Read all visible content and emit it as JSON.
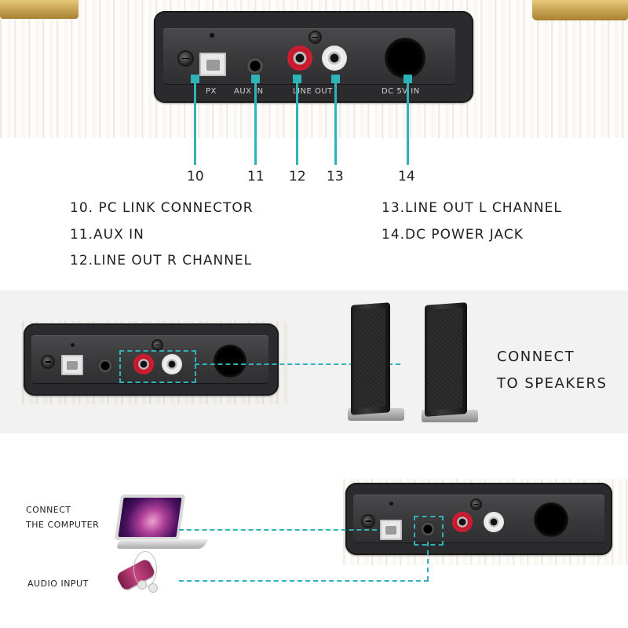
{
  "top_panel": {
    "labels": {
      "px": "PX",
      "aux_in": "AUX IN",
      "line_out": "LINE OUT",
      "dc_in": "DC 5V IN"
    }
  },
  "numbers": [
    "10",
    "11",
    "12",
    "13",
    "14"
  ],
  "descriptions": {
    "left": [
      "10. PC LINK CONNECTOR",
      "11.AUX IN",
      "12.LINE OUT R CHANNEL"
    ],
    "right": [
      "13.LINE OUT L CHANNEL",
      "14.DC POWER JACK"
    ]
  },
  "speakers_section": {
    "caption_line1": "CONNECT",
    "caption_line2": "TO SPEAKERS"
  },
  "computer_section": {
    "computer_line1": "CONNECT",
    "computer_line2": "THE COMPUTER",
    "audio_input": "AUDIO INPUT"
  },
  "colors": {
    "accent_teal": "#2fb3b8",
    "wood": "#d59446",
    "panel": "#2b2b2d",
    "rca_red": "#c4162a",
    "rca_white": "#f3f3f3"
  },
  "icons": [
    "usb-b-port-icon",
    "aux-jack-icon",
    "rca-red-icon",
    "rca-white-icon",
    "dc-jack-icon",
    "screw-icon",
    "laptop-icon",
    "mp3-player-icon",
    "earphones-icon",
    "speaker-icon"
  ]
}
